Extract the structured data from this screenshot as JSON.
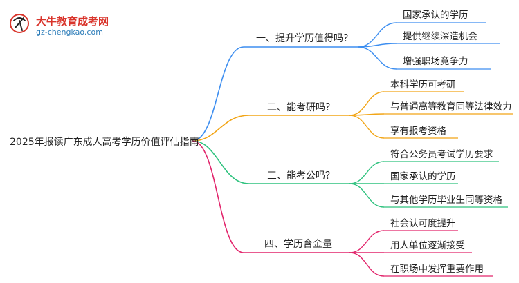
{
  "logo": {
    "title": "大牛教育成考网",
    "url": "gz-chengkao.com",
    "mark_color": "#d9342b"
  },
  "root": {
    "label": "2025年报读广东成人高考学历价值评估指南"
  },
  "branches": [
    {
      "label": "一、提升学历值得吗？",
      "color": "#3d8ef0",
      "leaves": [
        "国家承认的学历",
        "提供继续深造机会",
        "增强职场竞争力"
      ]
    },
    {
      "label": "二、能考研吗？",
      "color": "#f2a516",
      "leaves": [
        "本科学历可考研",
        "与普通高等教育同等法律效力",
        "享有报考资格"
      ]
    },
    {
      "label": "三、能考公吗？",
      "color": "#2ec27e",
      "leaves": [
        "符合公务员考试学历要求",
        "国家承认的学历",
        "与其他学历毕业生同等资格"
      ]
    },
    {
      "label": "四、学历含金量",
      "color": "#e2246b",
      "leaves": [
        "社会认可度提升",
        "用人单位逐渐接受",
        "在职场中发挥重要作用"
      ]
    }
  ]
}
